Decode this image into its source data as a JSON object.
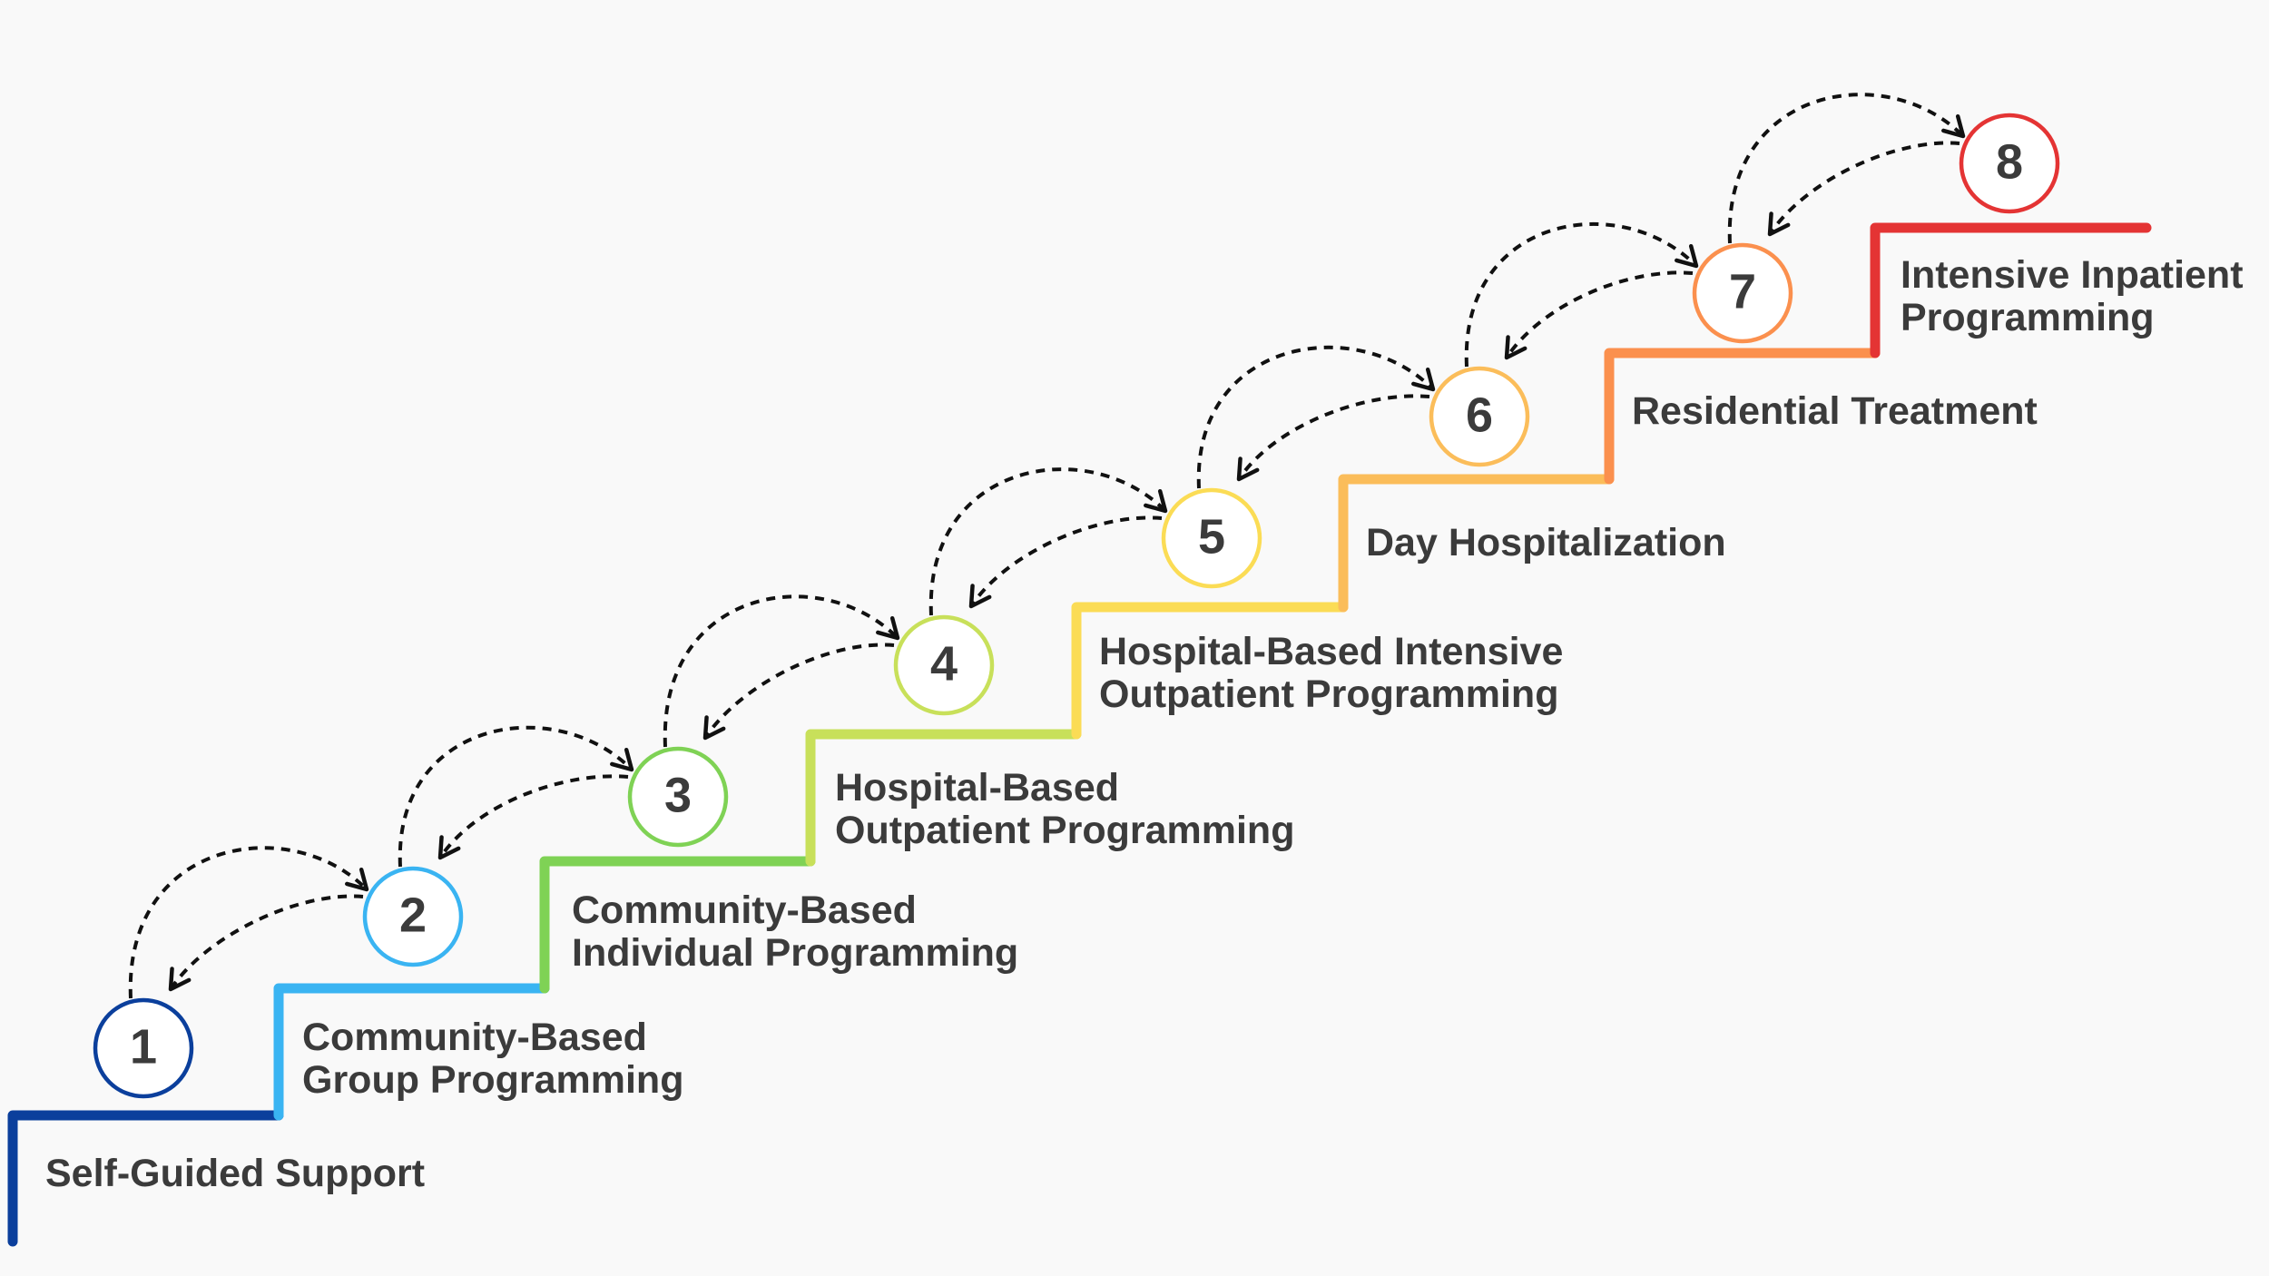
{
  "steps": [
    {
      "number": "1",
      "label": [
        "Self-Guided Support"
      ],
      "color": "#0b3f9c"
    },
    {
      "number": "2",
      "label": [
        "Community-Based",
        "Group Programming"
      ],
      "color": "#3ab4f2"
    },
    {
      "number": "3",
      "label": [
        "Community-Based",
        "Individual Programming"
      ],
      "color": "#7fd255"
    },
    {
      "number": "4",
      "label": [
        "Hospital-Based",
        "Outpatient Programming"
      ],
      "color": "#c8e05a"
    },
    {
      "number": "5",
      "label": [
        "Hospital-Based Intensive",
        "Outpatient Programming"
      ],
      "color": "#fbdc55"
    },
    {
      "number": "6",
      "label": [
        "Day Hospitalization"
      ],
      "color": "#fbbd5a"
    },
    {
      "number": "7",
      "label": [
        "Residential Treatment"
      ],
      "color": "#fb904e"
    },
    {
      "number": "8",
      "label": [
        "Intensive Inpatient",
        "Programming"
      ],
      "color": "#e43434"
    }
  ],
  "arrow_icon": "dashed-curved-arrow-icon",
  "arrow_color": "#111111"
}
